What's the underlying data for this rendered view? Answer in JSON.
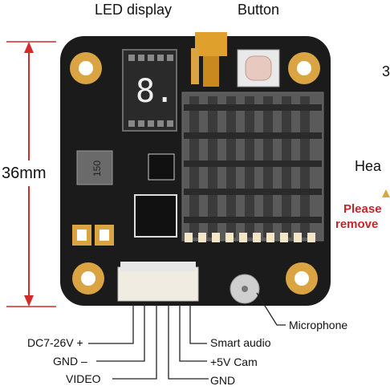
{
  "labels": {
    "led_display": "LED display",
    "button": "Button",
    "dimension": "36mm",
    "heatsink_partial": "Hea",
    "warning_line1": "Please",
    "warning_line2": "remove",
    "top_right_partial": "3",
    "microphone": "Microphone",
    "smart_audio": "Smart audio",
    "cam_5v": "+5V  Cam",
    "gnd_right": "GND",
    "dc_input": "DC7-26V +",
    "gnd_left": "GND  –",
    "video": "VIDEO"
  },
  "board": {
    "inductor_code": "150",
    "led_digit": "8."
  },
  "colors": {
    "board": "#1b1b1b",
    "gold": "#d9a441",
    "warning_red": "#c0282a",
    "dimension_red": "#d42a2a"
  }
}
